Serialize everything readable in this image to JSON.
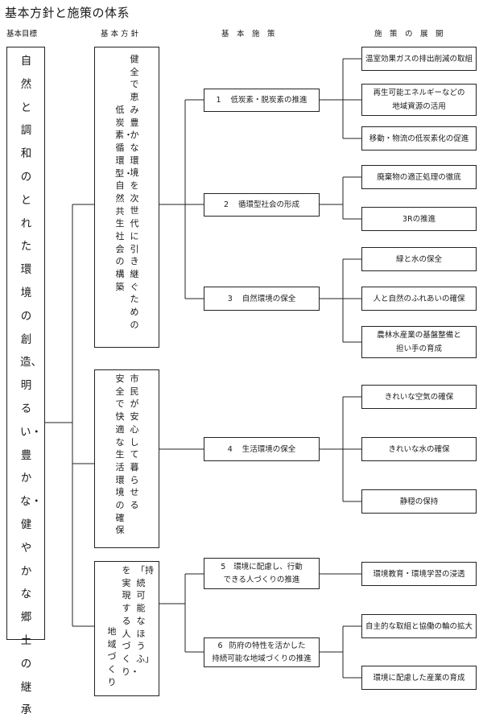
{
  "title": "基本方針と施策の体系",
  "headers": {
    "goal": "基本目標",
    "policy": "基 本 方 針",
    "measure": "基　本　施　策",
    "development": "施　策　の　展　開"
  },
  "goal": "自然と調和のとれた環境の創造、明るい・豊かな・健やかな郷土の継承",
  "policies": [
    {
      "col1": "健全で恵み豊かな環境を次世代に引き継ぐための",
      "col2": "低炭素・循環型・自然共生社会の構築"
    },
    {
      "col1": "市民が安心して暮らせる",
      "col2": "安全で快適な生活環境の確保"
    },
    {
      "col1": "「持続可能なほうふ」",
      "col2": "を実現する人づくり・",
      "col3": "地域づくり"
    }
  ],
  "measures": [
    {
      "num": "1",
      "text": "低炭素・脱炭素の推進"
    },
    {
      "num": "2",
      "text": "循環型社会の形成"
    },
    {
      "num": "3",
      "text": "自然環境の保全"
    },
    {
      "num": "4",
      "text": "生活環境の保全"
    },
    {
      "num": "5",
      "text": "環境に配慮し、行動",
      "text2": "できる人づくりの推進"
    },
    {
      "num": "6",
      "text": "防府の特性を活かした",
      "text2": "持続可能な地域づくりの推進"
    }
  ],
  "developments": [
    {
      "text": "温室効果ガスの排出削減の取組"
    },
    {
      "text": "再生可能エネルギーなどの",
      "text2": "地域資源の活用"
    },
    {
      "text": "移動・物流の低炭素化の促進"
    },
    {
      "text": "廃棄物の適正処理の徹底"
    },
    {
      "text": "3Rの推進"
    },
    {
      "text": "緑と水の保全"
    },
    {
      "text": "人と自然のふれあいの確保"
    },
    {
      "text": "農林水産業の基盤整備と",
      "text2": "担い手の育成"
    },
    {
      "text": "きれいな空気の確保"
    },
    {
      "text": "きれいな水の確保"
    },
    {
      "text": "静穏の保持"
    },
    {
      "text": "環境教育・環境学習の浸透"
    },
    {
      "text": "自主的な取組と協働の輪の拡大"
    },
    {
      "text": "環境に配慮した産業の育成"
    }
  ]
}
